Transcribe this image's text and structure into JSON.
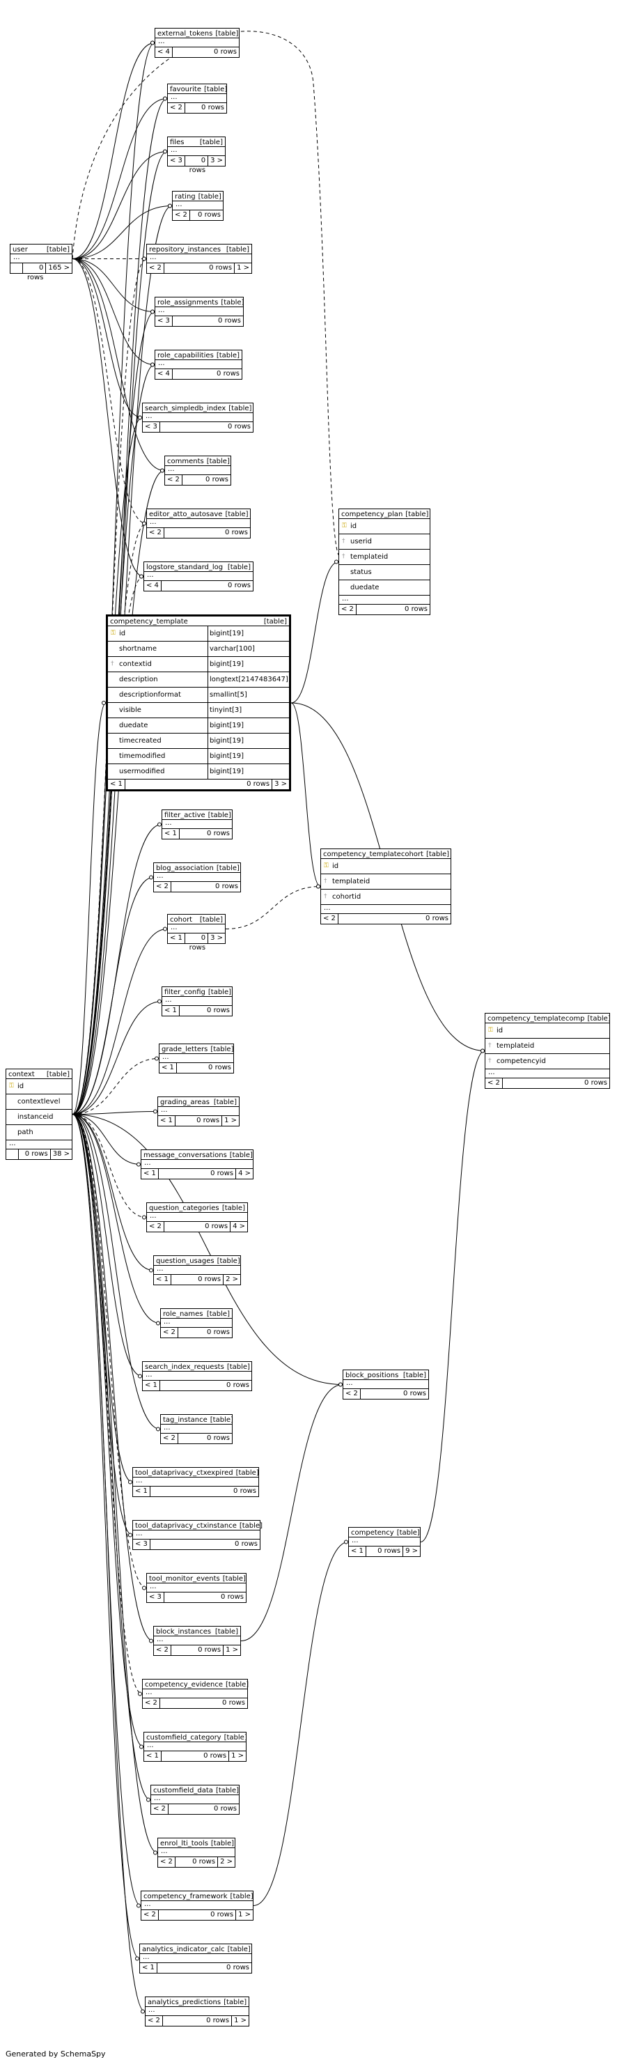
{
  "credit": "Generated by SchemaSpy",
  "tag": "[table]",
  "ellipsis": "...",
  "tables": [
    {
      "id": "external_tokens",
      "name": "external_tokens",
      "parents": "< 4",
      "rows": "0 rows",
      "children": ""
    },
    {
      "id": "favourite",
      "name": "favourite",
      "parents": "< 2",
      "rows": "0 rows",
      "children": ""
    },
    {
      "id": "files",
      "name": "files",
      "parents": "< 3",
      "rows": "0 rows",
      "children": "3 >"
    },
    {
      "id": "rating",
      "name": "rating",
      "parents": "< 2",
      "rows": "0 rows",
      "children": ""
    },
    {
      "id": "user",
      "name": "user",
      "parents": "",
      "rows": "0 rows",
      "children": "165 >"
    },
    {
      "id": "repository_instances",
      "name": "repository_instances",
      "parents": "< 2",
      "rows": "0 rows",
      "children": "1 >"
    },
    {
      "id": "role_assignments",
      "name": "role_assignments",
      "parents": "< 3",
      "rows": "0 rows",
      "children": ""
    },
    {
      "id": "role_capabilities",
      "name": "role_capabilities",
      "parents": "< 4",
      "rows": "0 rows",
      "children": ""
    },
    {
      "id": "search_simpledb_index",
      "name": "search_simpledb_index",
      "parents": "< 3",
      "rows": "0 rows",
      "children": ""
    },
    {
      "id": "comments",
      "name": "comments",
      "parents": "< 2",
      "rows": "0 rows",
      "children": ""
    },
    {
      "id": "editor_atto_autosave",
      "name": "editor_atto_autosave",
      "parents": "< 2",
      "rows": "0 rows",
      "children": ""
    },
    {
      "id": "logstore_standard_log",
      "name": "logstore_standard_log",
      "parents": "< 4",
      "rows": "0 rows",
      "children": ""
    },
    {
      "id": "competency_plan",
      "name": "competency_plan",
      "parents": "< 2",
      "rows": "0 rows",
      "children": "",
      "columns": [
        {
          "key": "pk",
          "name": "id"
        },
        {
          "key": "fk",
          "name": "userid"
        },
        {
          "key": "fk",
          "name": "templateid"
        },
        {
          "key": "",
          "name": "status"
        },
        {
          "key": "",
          "name": "duedate"
        }
      ]
    },
    {
      "id": "competency_template",
      "name": "competency_template",
      "parents": "< 1",
      "rows": "0 rows",
      "children": "3 >",
      "focus": true,
      "columns": [
        {
          "key": "pk",
          "name": "id",
          "type": "bigint[19]"
        },
        {
          "key": "",
          "name": "shortname",
          "type": "varchar[100]"
        },
        {
          "key": "fk",
          "name": "contextid",
          "type": "bigint[19]"
        },
        {
          "key": "",
          "name": "description",
          "type": "longtext[2147483647]"
        },
        {
          "key": "",
          "name": "descriptionformat",
          "type": "smallint[5]"
        },
        {
          "key": "",
          "name": "visible",
          "type": "tinyint[3]"
        },
        {
          "key": "",
          "name": "duedate",
          "type": "bigint[19]"
        },
        {
          "key": "",
          "name": "timecreated",
          "type": "bigint[19]"
        },
        {
          "key": "",
          "name": "timemodified",
          "type": "bigint[19]"
        },
        {
          "key": "",
          "name": "usermodified",
          "type": "bigint[19]"
        }
      ]
    },
    {
      "id": "filter_active",
      "name": "filter_active",
      "parents": "< 1",
      "rows": "0 rows",
      "children": ""
    },
    {
      "id": "blog_association",
      "name": "blog_association",
      "parents": "< 2",
      "rows": "0 rows",
      "children": ""
    },
    {
      "id": "cohort",
      "name": "cohort",
      "parents": "< 1",
      "rows": "0 rows",
      "children": "3 >"
    },
    {
      "id": "competency_templatecohort",
      "name": "competency_templatecohort",
      "parents": "< 2",
      "rows": "0 rows",
      "children": "",
      "columns": [
        {
          "key": "pk",
          "name": "id"
        },
        {
          "key": "fk",
          "name": "templateid"
        },
        {
          "key": "fk",
          "name": "cohortid"
        }
      ]
    },
    {
      "id": "competency_templatecomp",
      "name": "competency_templatecomp",
      "parents": "< 2",
      "rows": "0 rows",
      "children": "",
      "columns": [
        {
          "key": "pk",
          "name": "id"
        },
        {
          "key": "fk",
          "name": "templateid"
        },
        {
          "key": "fk",
          "name": "competencyid"
        }
      ]
    },
    {
      "id": "filter_config",
      "name": "filter_config",
      "parents": "< 1",
      "rows": "0 rows",
      "children": ""
    },
    {
      "id": "context",
      "name": "context",
      "parents": "",
      "rows": "0 rows",
      "children": "38 >",
      "columns": [
        {
          "key": "pk",
          "name": "id"
        },
        {
          "key": "",
          "name": "contextlevel"
        },
        {
          "key": "",
          "name": "instanceid"
        },
        {
          "key": "",
          "name": "path"
        }
      ]
    },
    {
      "id": "grade_letters",
      "name": "grade_letters",
      "parents": "< 1",
      "rows": "0 rows",
      "children": ""
    },
    {
      "id": "grading_areas",
      "name": "grading_areas",
      "parents": "< 1",
      "rows": "0 rows",
      "children": "1 >"
    },
    {
      "id": "message_conversations",
      "name": "message_conversations",
      "parents": "< 1",
      "rows": "0 rows",
      "children": "4 >"
    },
    {
      "id": "question_categories",
      "name": "question_categories",
      "parents": "< 2",
      "rows": "0 rows",
      "children": "4 >"
    },
    {
      "id": "question_usages",
      "name": "question_usages",
      "parents": "< 1",
      "rows": "0 rows",
      "children": "2 >"
    },
    {
      "id": "role_names",
      "name": "role_names",
      "parents": "< 2",
      "rows": "0 rows",
      "children": ""
    },
    {
      "id": "search_index_requests",
      "name": "search_index_requests",
      "parents": "< 1",
      "rows": "0 rows",
      "children": ""
    },
    {
      "id": "block_positions",
      "name": "block_positions",
      "parents": "< 2",
      "rows": "0 rows",
      "children": ""
    },
    {
      "id": "tag_instance",
      "name": "tag_instance",
      "parents": "< 2",
      "rows": "0 rows",
      "children": ""
    },
    {
      "id": "tool_dataprivacy_ctxexpired",
      "name": "tool_dataprivacy_ctxexpired",
      "parents": "< 1",
      "rows": "0 rows",
      "children": ""
    },
    {
      "id": "tool_dataprivacy_ctxinstance",
      "name": "tool_dataprivacy_ctxinstance",
      "parents": "< 3",
      "rows": "0 rows",
      "children": ""
    },
    {
      "id": "competency",
      "name": "competency",
      "parents": "< 1",
      "rows": "0 rows",
      "children": "9 >"
    },
    {
      "id": "tool_monitor_events",
      "name": "tool_monitor_events",
      "parents": "< 3",
      "rows": "0 rows",
      "children": ""
    },
    {
      "id": "block_instances",
      "name": "block_instances",
      "parents": "< 2",
      "rows": "0 rows",
      "children": "1 >"
    },
    {
      "id": "competency_evidence",
      "name": "competency_evidence",
      "parents": "< 2",
      "rows": "0 rows",
      "children": ""
    },
    {
      "id": "customfield_category",
      "name": "customfield_category",
      "parents": "< 1",
      "rows": "0 rows",
      "children": "1 >"
    },
    {
      "id": "customfield_data",
      "name": "customfield_data",
      "parents": "< 2",
      "rows": "0 rows",
      "children": ""
    },
    {
      "id": "enrol_lti_tools",
      "name": "enrol_lti_tools",
      "parents": "< 2",
      "rows": "0 rows",
      "children": "2 >"
    },
    {
      "id": "competency_framework",
      "name": "competency_framework",
      "parents": "< 2",
      "rows": "0 rows",
      "children": "1 >"
    },
    {
      "id": "analytics_indicator_calc",
      "name": "analytics_indicator_calc",
      "parents": "< 1",
      "rows": "0 rows",
      "children": ""
    },
    {
      "id": "analytics_predictions",
      "name": "analytics_predictions",
      "parents": "< 2",
      "rows": "0 rows",
      "children": "1 >"
    }
  ]
}
